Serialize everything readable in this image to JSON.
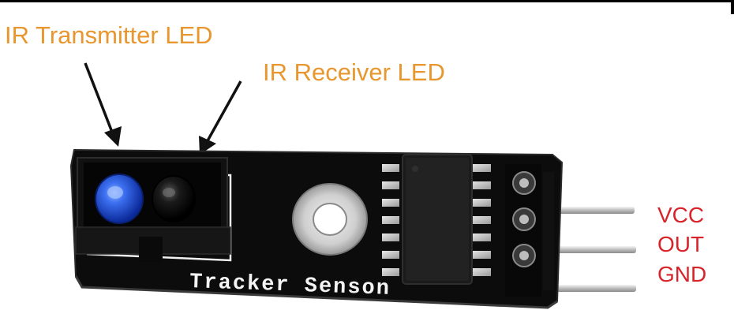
{
  "labels": {
    "ir_transmitter": "IR Transmitter LED",
    "ir_receiver": "IR Receiver LED"
  },
  "pins": {
    "vcc": "VCC",
    "out": "OUT",
    "gnd": "GND"
  },
  "board": {
    "silkscreen": "Tracker Senson"
  },
  "colors": {
    "label_orange": "#E8962E",
    "label_red": "#D8232A",
    "board_black": "#0c0c0c",
    "led_blue": "#1f4fd6"
  }
}
